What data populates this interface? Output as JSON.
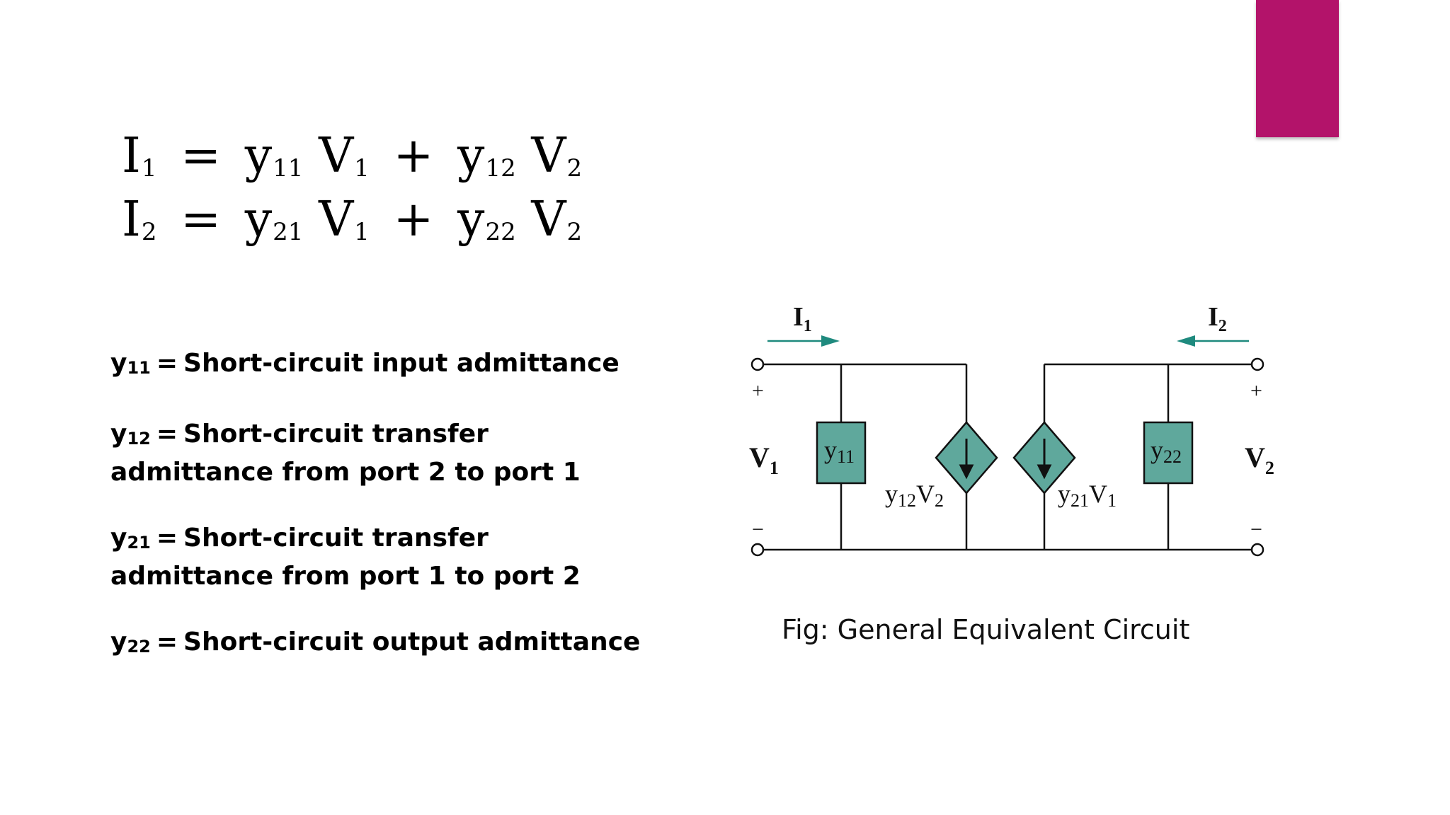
{
  "accent_color": "#B3136A",
  "equations": [
    {
      "lhs": "I",
      "lhs_sub": "1",
      "eq": "=",
      "t1": "y",
      "t1_sub": "11",
      "t1v": "V",
      "t1v_sub": "1",
      "plus": "+",
      "t2": "y",
      "t2_sub": "12",
      "t2v": "V",
      "t2v_sub": "2"
    },
    {
      "lhs": "I",
      "lhs_sub": "2",
      "eq": "=",
      "t1": "y",
      "t1_sub": "21",
      "t1v": "V",
      "t1v_sub": "1",
      "plus": "+",
      "t2": "y",
      "t2_sub": "22",
      "t2v": "V",
      "t2v_sub": "2"
    }
  ],
  "definitions": [
    {
      "sym": "y",
      "sub": "11",
      "eq": "=",
      "text": "Short-circuit input admittance"
    },
    {
      "sym": "y",
      "sub": "12",
      "eq": "=",
      "text": "Short-circuit transfer admittance from port 2 to port 1"
    },
    {
      "sym": "y",
      "sub": "21",
      "eq": "=",
      "text": "Short-circuit transfer admittance from port 1 to port 2"
    },
    {
      "sym": "y",
      "sub": "22",
      "eq": "=",
      "text": "Short-circuit output admittance"
    }
  ],
  "circuit": {
    "component_color": "#5FA89C",
    "arrow_color": "#1F8A7E",
    "i1": "I",
    "i1_sub": "1",
    "i2": "I",
    "i2_sub": "2",
    "v1": "V",
    "v1_sub": "1",
    "v2": "V",
    "v2_sub": "2",
    "plus": "+",
    "minus": "−",
    "y11": "y",
    "y11_sub": "11",
    "y22": "y",
    "y22_sub": "22",
    "src1": "y",
    "src1_sub": "12",
    "src1_v": "V",
    "src1_vsub": "2",
    "src2": "y",
    "src2_sub": "21",
    "src2_v": "V",
    "src2_vsub": "1"
  },
  "caption": "Fig: General Equivalent Circuit"
}
